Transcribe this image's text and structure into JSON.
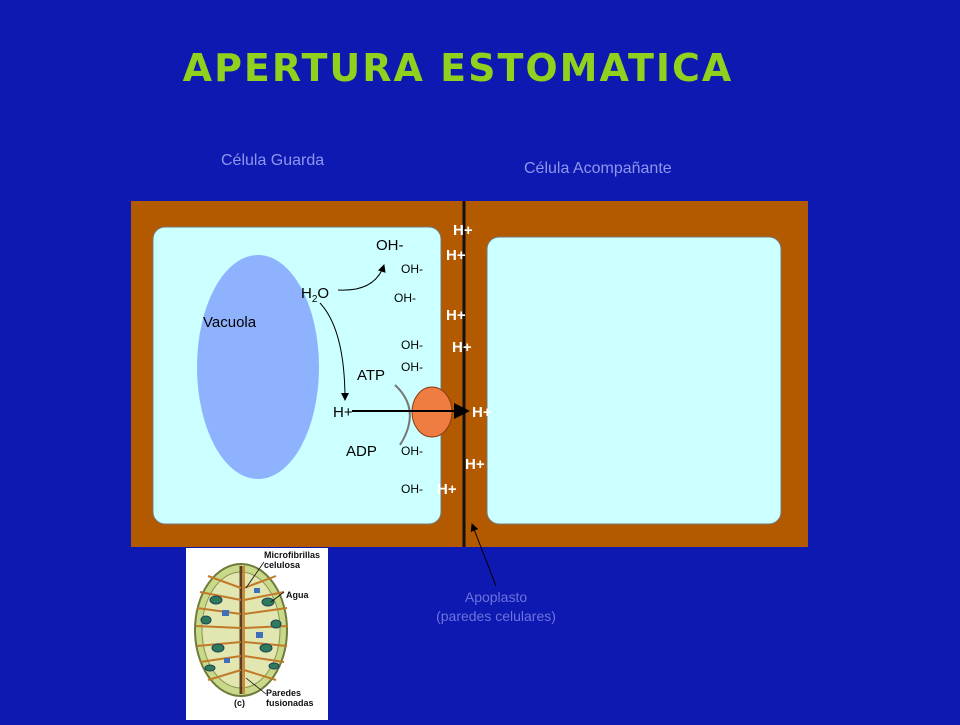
{
  "title": "APERTURA ESTOMATICA",
  "labels": {
    "guard_cell": "Célula Guarda",
    "companion_cell": "Célula Acompañante",
    "vacuole": "Vacuola",
    "water_main": "H",
    "water_sub": "2",
    "water_tail": "O",
    "atp": "ATP",
    "adp": "ADP",
    "oh_top": "OH-",
    "h_pump_in": "H+",
    "h_pump_out": "H+",
    "apoplast_line1": "Apoplasto",
    "apoplast_line2": "(paredes celulares)"
  },
  "oh_ions": [
    "OH-",
    "OH-",
    "OH-",
    "OH-",
    "OH-",
    "OH-"
  ],
  "h_ions": [
    "H+",
    "H+",
    "H+",
    "H+",
    "H+",
    "H+"
  ],
  "inset": {
    "label_microfibrils_1": "Microfibrillas",
    "label_microfibrils_2": "celulosa",
    "label_water": "Agua",
    "label_walls_1": "Paredes",
    "label_walls_2": "fusionadas",
    "label_panel": "(c)"
  },
  "colors": {
    "background": "#0d19b0",
    "title": "#8fd11c",
    "cell_wall": "#b35a00",
    "cytoplasm": "#ccffff",
    "vacuole": "#8fb2ff",
    "pump": "#ef7d42"
  }
}
